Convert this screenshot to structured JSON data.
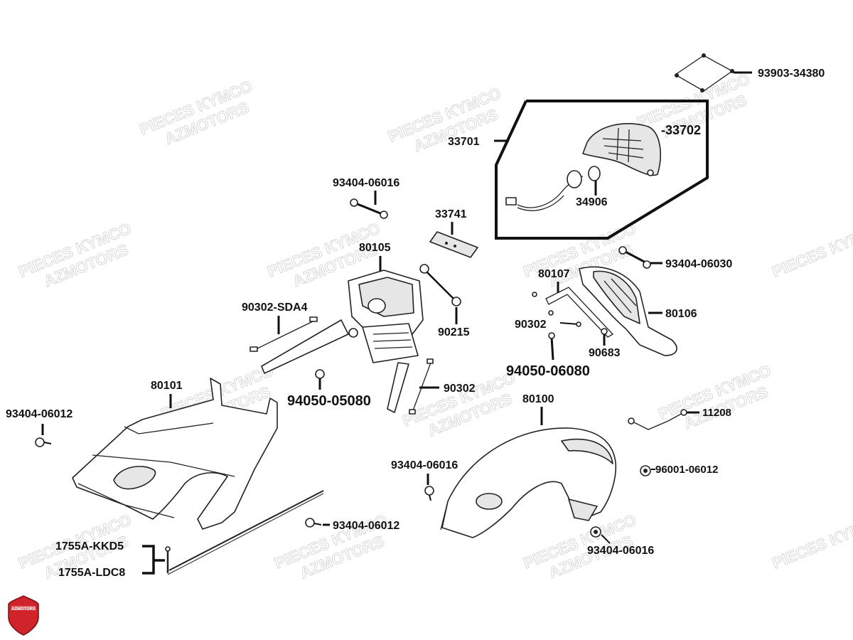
{
  "labels": {
    "p93903_34380": "93903-34380",
    "p33702": "-33702",
    "p33701": "33701",
    "p34906": "34906",
    "p93404_06016_top": "93404-06016",
    "p33741": "33741",
    "p80105": "80105",
    "p93404_06030": "93404-06030",
    "p80107": "80107",
    "p80106": "80106",
    "p90302_sda4": "90302-SDA4",
    "p90215": "90215",
    "p90302_mid": "90302",
    "p90683": "90683",
    "p94050_06080": "94050-06080",
    "p80101": "80101",
    "p94050_05080": "94050-05080",
    "p90302_low": "90302",
    "p80100": "80100",
    "p93404_06012_left": "93404-06012",
    "p11208": "11208",
    "p93404_06016_mid": "93404-06016",
    "p96001_06012": "96001-06012",
    "p93404_06012_mid": "93404-06012",
    "p1755a_kkd5": "1755A-KKD5",
    "p1755a_ldc8": "1755A-LDC8",
    "p93404_06016_bottom": "93404-06016"
  },
  "watermark": {
    "line1": "PIECES KYMCO",
    "line2": "AZMOTORS"
  },
  "logo": {
    "text": "AZMOTORS",
    "color": "#d0232a"
  }
}
